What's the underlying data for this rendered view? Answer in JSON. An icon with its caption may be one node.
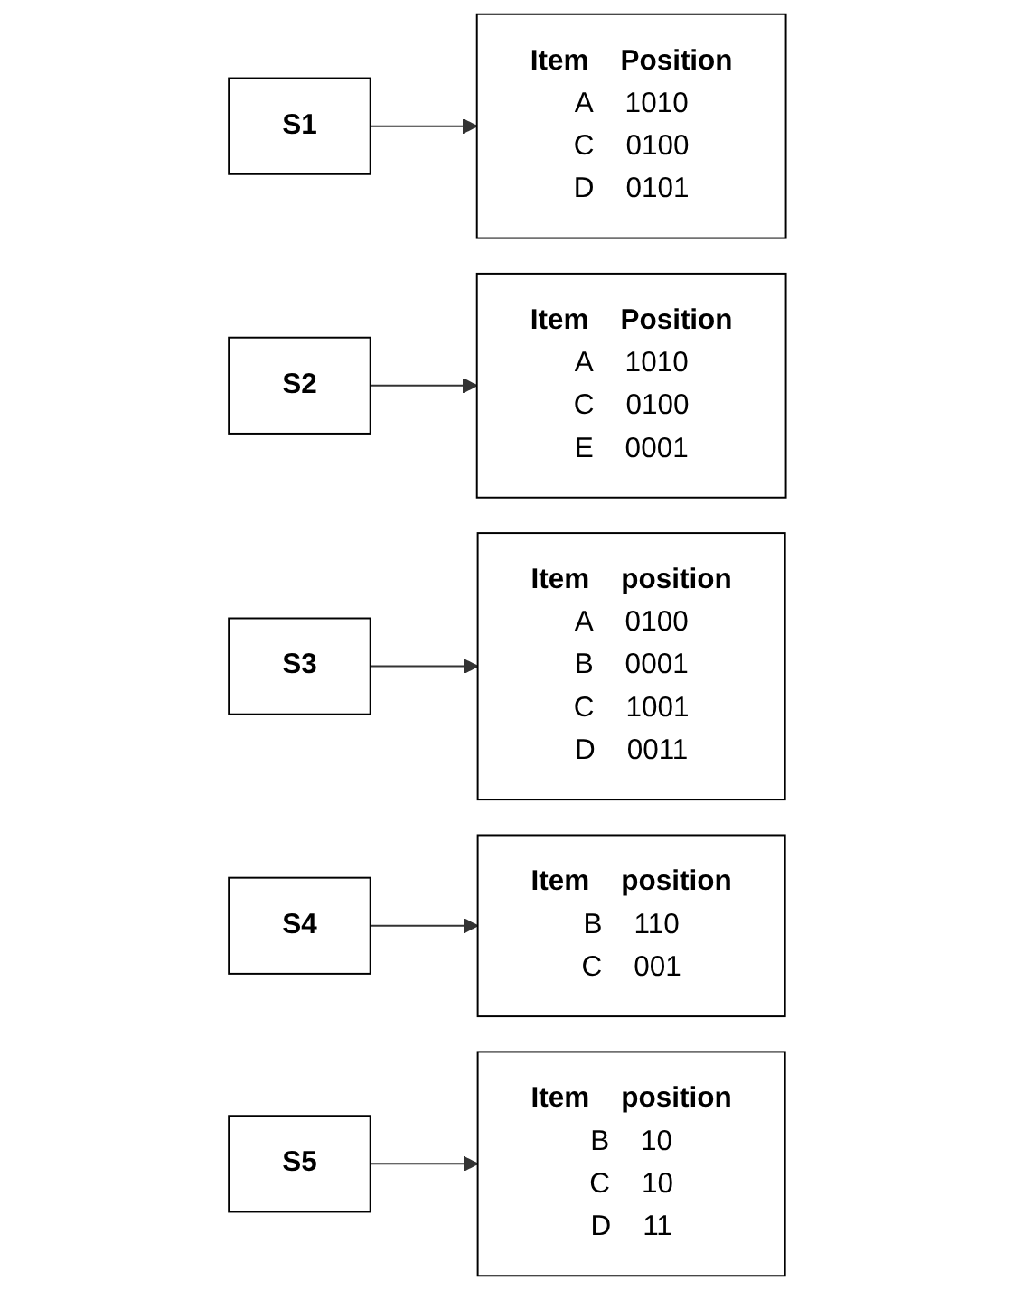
{
  "diagram": {
    "nodes": [
      {
        "text": [
          "S1"
        ]
      },
      {
        "text": [
          "Item",
          "Position",
          "A",
          "1010",
          "C",
          "0100",
          "D",
          "0101"
        ]
      },
      {
        "text": [
          "S2"
        ]
      },
      {
        "text": [
          "Item",
          "Position",
          "A",
          "1010",
          "C",
          "0100",
          "E",
          "0001"
        ]
      },
      {
        "text": [
          "S3"
        ]
      },
      {
        "text": [
          "Item",
          "position",
          "A",
          "0100",
          "B",
          "0001",
          "C",
          "1001",
          "D",
          "0011"
        ]
      },
      {
        "text": [
          "S4"
        ]
      },
      {
        "text": [
          "Item",
          "position",
          "B",
          "110",
          "C",
          "001"
        ]
      },
      {
        "text": [
          "S5"
        ]
      },
      {
        "text": [
          "Item",
          "position",
          "B",
          "10",
          "C",
          "10",
          "D",
          "11"
        ]
      }
    ],
    "edges": [
      {
        "from": 0,
        "to": 1,
        "arrow": "to"
      },
      {
        "from": 2,
        "to": 3,
        "arrow": "to"
      },
      {
        "from": 4,
        "to": 5,
        "arrow": "to"
      },
      {
        "from": 6,
        "to": 7,
        "arrow": "to"
      },
      {
        "from": 8,
        "to": 9,
        "arrow": "to"
      }
    ]
  }
}
